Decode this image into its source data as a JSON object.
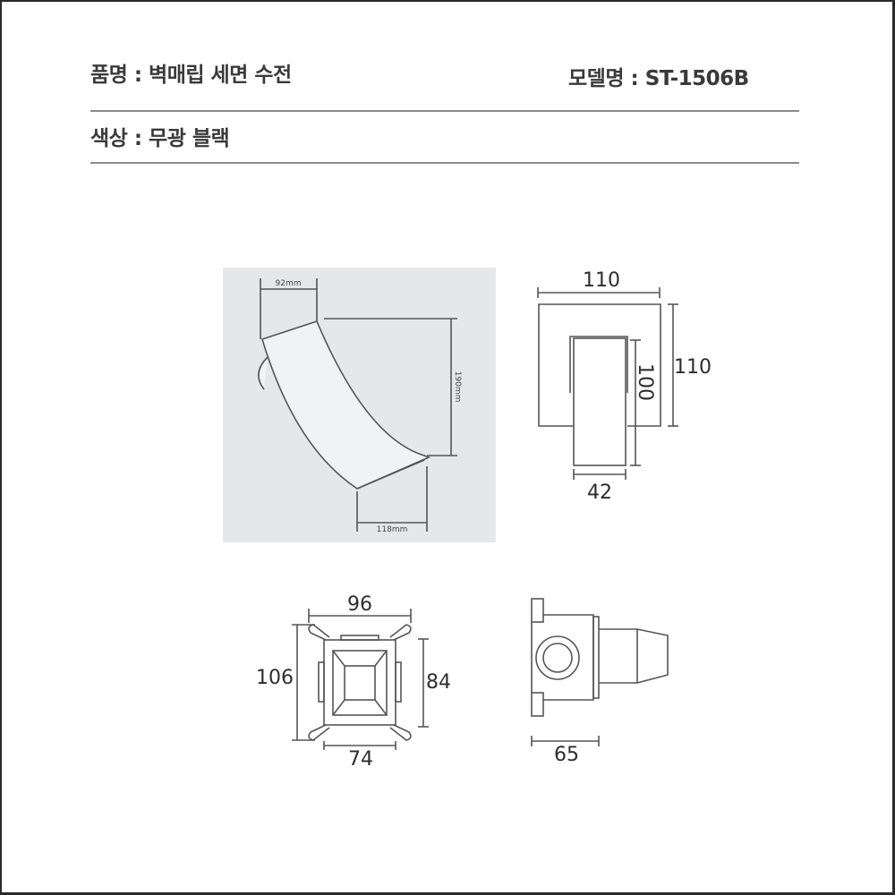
{
  "header": {
    "product_name_label": "품명 : 벽매립 세면 수전",
    "model_label": "모델명 : ST-1506B",
    "color_label": "색상 : 무광 블랙"
  },
  "drawings": {
    "side_view": {
      "background": "#e6e7e9",
      "dim_top": "92mm",
      "dim_height": "190mm",
      "dim_bottom": "118mm"
    },
    "front_view": {
      "dim_width": "110",
      "dim_height": "110",
      "dim_spout_height": "100",
      "dim_spout_width": "42"
    },
    "valve_body_front": {
      "dim_top": "96",
      "dim_left": "106",
      "dim_right": "84",
      "dim_bottom": "74"
    },
    "valve_body_side": {
      "dim_bottom": "65"
    }
  },
  "colors": {
    "text": "#3a3a3a",
    "rule": "#8c8c8c",
    "line": "#555555",
    "border": "#2a2a2a"
  }
}
